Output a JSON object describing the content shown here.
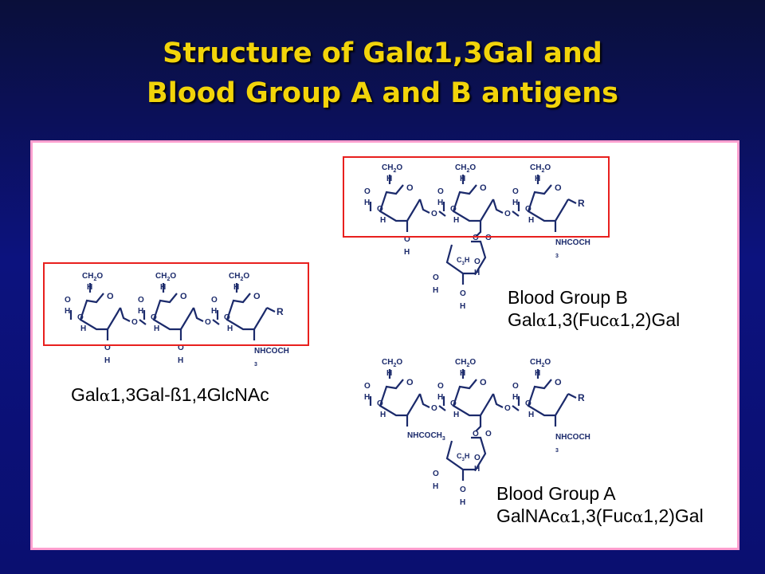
{
  "title": {
    "line1_pre": "Structure of Gal",
    "alpha": "α",
    "line1_post": "1,3Gal and",
    "line2": "Blood Group A and B antigens"
  },
  "greek": {
    "alpha": "α"
  },
  "labels": {
    "left": {
      "pre": "Gal",
      "post": "1,3Gal-ß1,4GlcNAc"
    },
    "bg_b": {
      "name": "Blood Group B",
      "f1": "Gal",
      "f2": "1,3(Fuc",
      "f3": "1,2)Gal"
    },
    "bg_a": {
      "name": "Blood Group A",
      "f1": "GalNAc",
      "f2": "1,3(Fuc",
      "f3": "1,2)Gal"
    }
  },
  "atoms": {
    "ch2o": "CH2O",
    "h": "H",
    "o": "O",
    "r": "R",
    "nhcoch": "NHCOCH",
    "sub3": "3",
    "nhcoch3": "NHCOCH3",
    "c3h": "C3H"
  },
  "colors": {
    "title": "#f2d40a",
    "background": "#0c127e",
    "panel_border": "#ff9fcf",
    "highlight_box": "#e8201e",
    "bond": "#1b2a6b"
  }
}
